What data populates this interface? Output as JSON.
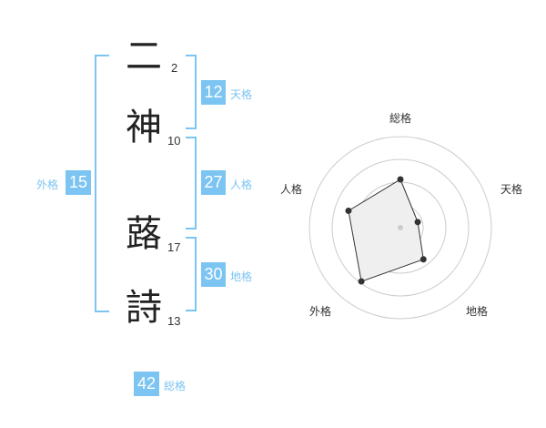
{
  "name_chars": [
    {
      "char": "二",
      "strokes": "2"
    },
    {
      "char": "神",
      "strokes": "10"
    },
    {
      "char": "蕗",
      "strokes": "17"
    },
    {
      "char": "詩",
      "strokes": "13"
    }
  ],
  "kaku": {
    "tenkaku": {
      "value": "12",
      "label": "天格"
    },
    "jinkaku": {
      "value": "27",
      "label": "人格"
    },
    "chikaku": {
      "value": "30",
      "label": "地格"
    },
    "gaikaku": {
      "value": "15",
      "label": "外格"
    },
    "soukaku": {
      "value": "42",
      "label": "総格"
    }
  },
  "chart_data": {
    "type": "radar",
    "axes": [
      "総格",
      "天格",
      "地格",
      "外格",
      "人格"
    ],
    "values": [
      0.53,
      0.2,
      0.43,
      0.73,
      0.6
    ],
    "range": [
      0,
      1
    ],
    "rings": 4,
    "colors": {
      "fill": "#efefef",
      "stroke": "#333333",
      "rings": "#cccccc",
      "point": "#333333"
    }
  }
}
